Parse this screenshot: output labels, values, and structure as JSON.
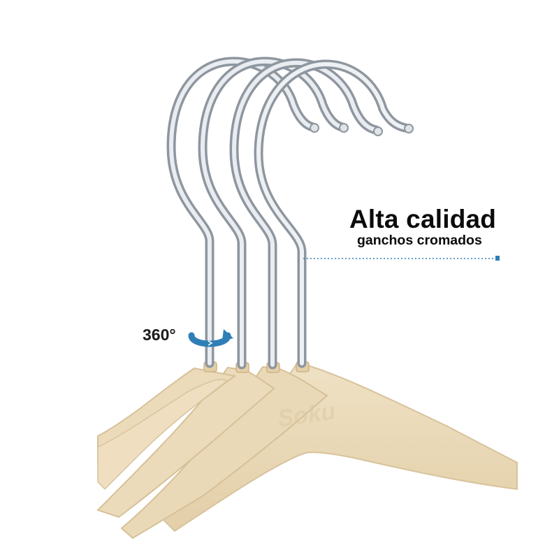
{
  "feature_callout": {
    "headline": "Alta calidad",
    "subline": "ganchos cromados"
  },
  "rotation_badge": {
    "label": "360°",
    "icon": "rotate-arrow-icon"
  },
  "watermark": {
    "text": "Soku"
  },
  "colors": {
    "accent": "#2f7fb6",
    "velvet": "#ecdcbc",
    "chrome": "#b9bfc6",
    "text": "#0b0b0b"
  }
}
